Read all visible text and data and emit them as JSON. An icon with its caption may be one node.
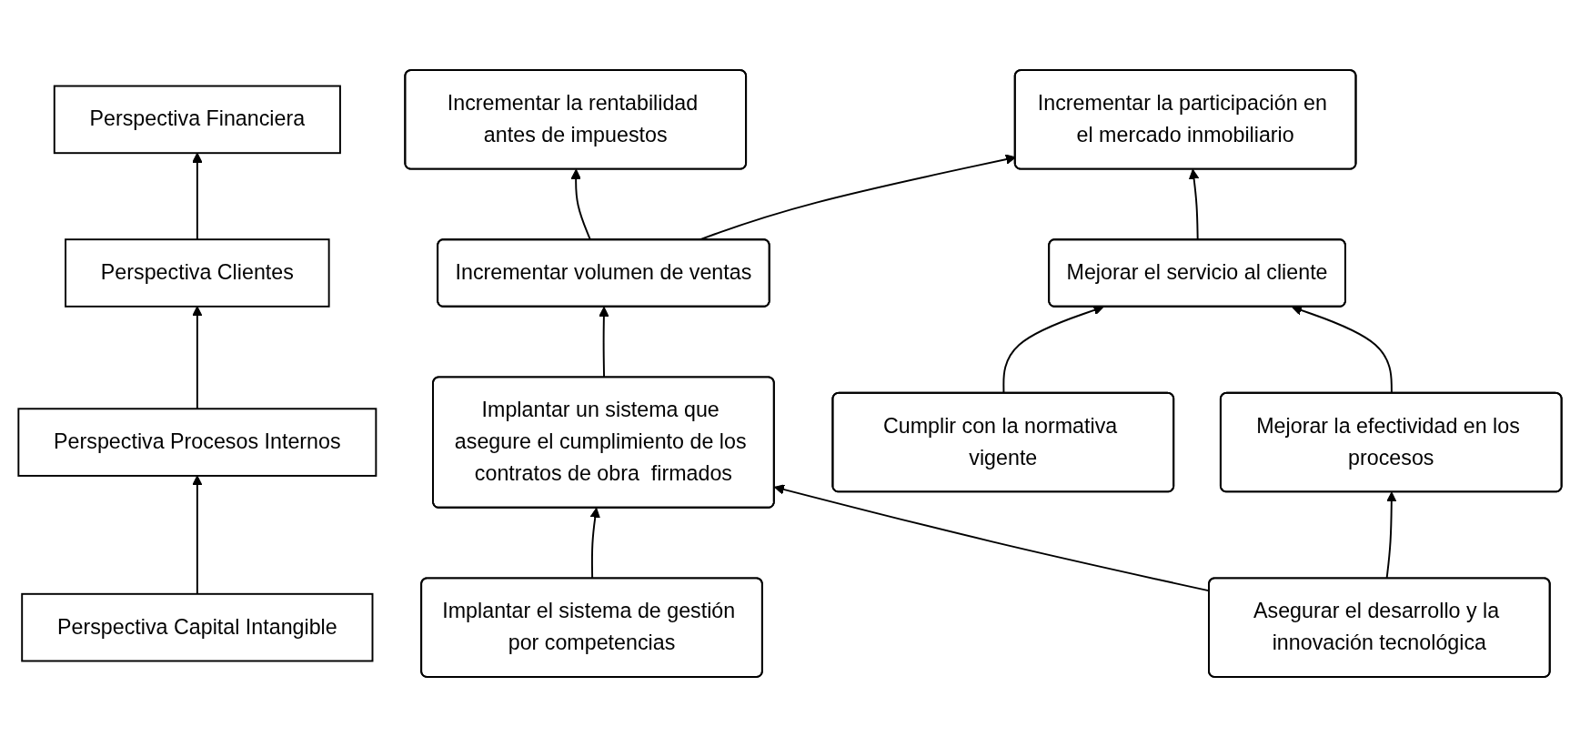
{
  "diagram": {
    "nodes": [
      {
        "text": [
          "Perspectiva Financiera"
        ]
      },
      {
        "text": [
          "Perspectiva Clientes"
        ]
      },
      {
        "text": [
          "Perspectiva Procesos Internos"
        ]
      },
      {
        "text": [
          "Perspectiva Capital Intangible"
        ]
      },
      {
        "text": [
          "Incrementar la rentabilidad antes de impuestos"
        ]
      },
      {
        "text": [
          "Incrementar la participación en el mercado inmobiliario"
        ]
      },
      {
        "text": [
          "Incrementar  volumen de ventas"
        ]
      },
      {
        "text": [
          "Mejorar el servicio al cliente"
        ]
      },
      {
        "text": [
          "Cumplir con la normativa vigente"
        ]
      },
      {
        "text": [
          "Implantar un sistema que asegure el cumplimiento de los contratos de obra  firmados"
        ]
      },
      {
        "text": [
          "Mejorar la efectividad en los procesos"
        ]
      },
      {
        "text": [
          "Implantar el sistema de gestión por competencias"
        ]
      },
      {
        "text": [
          "Asegurar el desarrollo y la innovación tecnológica"
        ]
      }
    ],
    "edges": [
      {
        "from": 1,
        "to": 0,
        "arrow": "to"
      },
      {
        "from": 2,
        "to": 1,
        "arrow": "to"
      },
      {
        "from": 3,
        "to": 2,
        "arrow": "to"
      },
      {
        "from": 6,
        "to": 4,
        "arrow": "to"
      },
      {
        "from": 6,
        "to": 5,
        "arrow": "to"
      },
      {
        "from": 7,
        "to": 5,
        "arrow": "to"
      },
      {
        "from": 9,
        "to": 6,
        "arrow": "to"
      },
      {
        "from": 8,
        "to": 7,
        "arrow": "to"
      },
      {
        "from": 10,
        "to": 7,
        "arrow": "to"
      },
      {
        "from": 11,
        "to": 9,
        "arrow": "to"
      },
      {
        "from": 12,
        "to": 9,
        "arrow": "to"
      },
      {
        "from": 12,
        "to": 10,
        "arrow": "to"
      }
    ]
  }
}
